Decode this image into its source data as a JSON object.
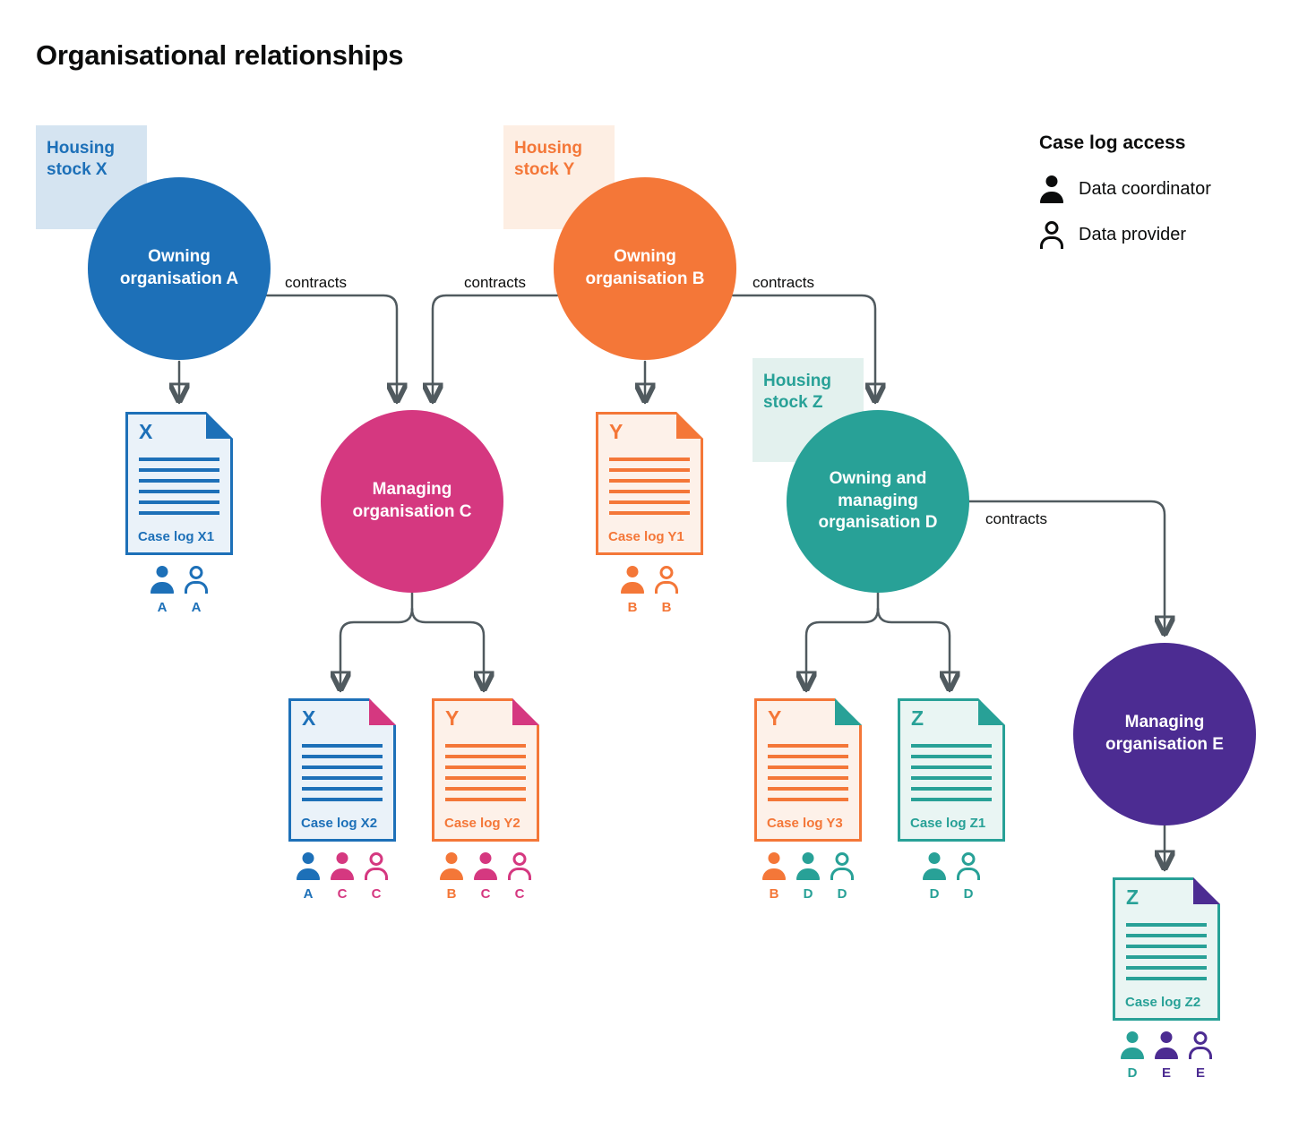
{
  "title": "Organisational relationships",
  "legend": {
    "title": "Case log access",
    "coordinator_label": "Data coordinator",
    "provider_label": "Data provider"
  },
  "housing_stocks": {
    "x": {
      "label": "Housing stock X",
      "color": "#1d70b8"
    },
    "y": {
      "label": "Housing stock Y",
      "color": "#f47738"
    },
    "z": {
      "label": "Housing stock Z",
      "color": "#28a197"
    }
  },
  "organisations": {
    "a": {
      "label": "Owning organisation A",
      "color": "#1d70b8"
    },
    "b": {
      "label": "Owning organisation B",
      "color": "#f47738"
    },
    "c": {
      "label": "Managing organisation C",
      "color": "#d53880"
    },
    "d": {
      "label": "Owning and managing organisation D",
      "color": "#28a197"
    },
    "e": {
      "label": "Managing organisation E",
      "color": "#4c2c92"
    }
  },
  "connections": {
    "a_to_c": {
      "label": "contracts"
    },
    "b_to_c": {
      "label": "contracts"
    },
    "b_to_d": {
      "label": "contracts"
    },
    "d_to_e": {
      "label": "contracts"
    }
  },
  "case_logs": {
    "x1": {
      "letter": "X",
      "label": "Case log X1",
      "people": [
        {
          "role": "coordinator",
          "letter": "A"
        },
        {
          "role": "provider",
          "letter": "A"
        }
      ]
    },
    "y1": {
      "letter": "Y",
      "label": "Case log Y1",
      "people": [
        {
          "role": "coordinator",
          "letter": "B"
        },
        {
          "role": "provider",
          "letter": "B"
        }
      ]
    },
    "x2": {
      "letter": "X",
      "label": "Case log X2",
      "people": [
        {
          "role": "coordinator",
          "letter": "A"
        },
        {
          "role": "coordinator",
          "letter": "C"
        },
        {
          "role": "provider",
          "letter": "C"
        }
      ]
    },
    "y2": {
      "letter": "Y",
      "label": "Case log Y2",
      "people": [
        {
          "role": "coordinator",
          "letter": "B"
        },
        {
          "role": "coordinator",
          "letter": "C"
        },
        {
          "role": "provider",
          "letter": "C"
        }
      ]
    },
    "y3": {
      "letter": "Y",
      "label": "Case log Y3",
      "people": [
        {
          "role": "coordinator",
          "letter": "B"
        },
        {
          "role": "coordinator",
          "letter": "D"
        },
        {
          "role": "provider",
          "letter": "D"
        }
      ]
    },
    "z1": {
      "letter": "Z",
      "label": "Case log Z1",
      "people": [
        {
          "role": "coordinator",
          "letter": "D"
        },
        {
          "role": "provider",
          "letter": "D"
        }
      ]
    },
    "z2": {
      "letter": "Z",
      "label": "Case log Z2",
      "people": [
        {
          "role": "coordinator",
          "letter": "D"
        },
        {
          "role": "coordinator",
          "letter": "E"
        },
        {
          "role": "provider",
          "letter": "E"
        }
      ]
    }
  },
  "colors": {
    "arrow_gray": "#505a5f",
    "text_black": "#0b0c0c"
  }
}
